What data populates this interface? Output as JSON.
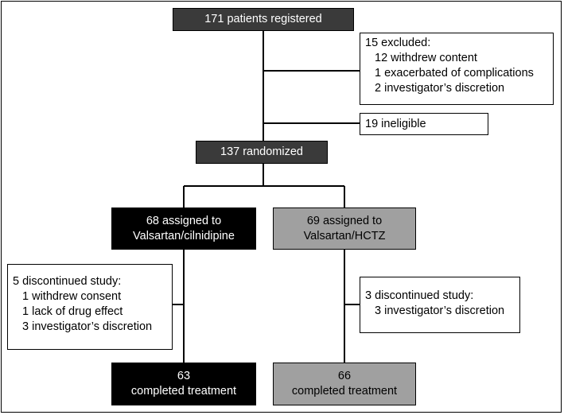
{
  "registered": "171 patients registered",
  "excluded": {
    "title": "15 excluded:",
    "items": [
      "12 withdrew content",
      "1 exacerbated of complications",
      "2 investigator’s discretion"
    ]
  },
  "ineligible": "19 ineligible",
  "randomized": "137 randomized",
  "arm_a": {
    "assigned_line1": "68 assigned to",
    "assigned_line2": "Valsartan/cilnidipine",
    "discontinued_title": "5 discontinued study:",
    "discontinued_items": [
      "1 withdrew consent",
      "1 lack of drug effect",
      "3 investigator’s discretion"
    ],
    "completed_count": "63",
    "completed_label": "completed treatment"
  },
  "arm_b": {
    "assigned_line1": "69 assigned to",
    "assigned_line2": "Valsartan/HCTZ",
    "discontinued_title": "3 discontinued study:",
    "discontinued_items": [
      "3 investigator’s discretion"
    ],
    "completed_count": "66",
    "completed_label": "completed treatment"
  }
}
